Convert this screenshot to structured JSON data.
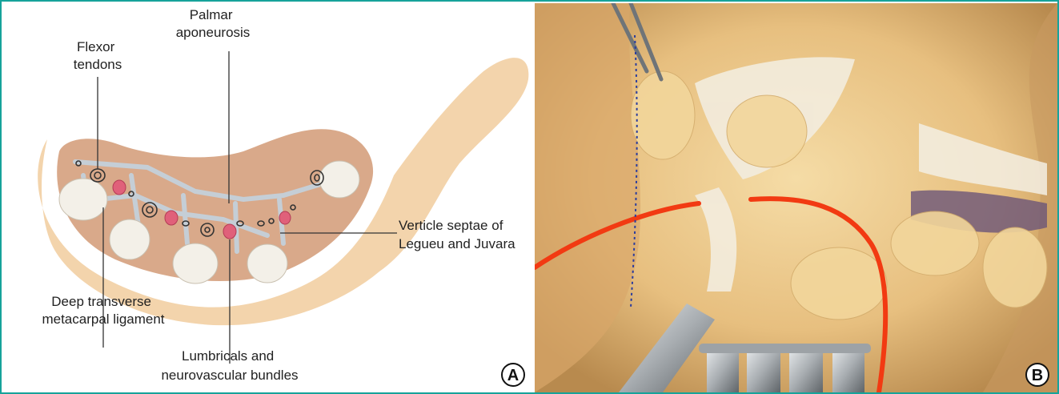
{
  "figure": {
    "border_color": "#16a39a",
    "panel_a": {
      "letter": "A",
      "labels": {
        "palmar_aponeurosis": [
          "Palmar",
          "aponeurosis"
        ],
        "flexor_tendons": [
          "Flexor",
          "tendons"
        ],
        "verticle_septae": [
          "Verticle septae of",
          "Legueu and Juvara"
        ],
        "deep_transverse": [
          "Deep transverse",
          "metacarpal ligament"
        ],
        "lumbricals": [
          "Lumbricals and",
          "neurovascular bundles"
        ]
      },
      "colors": {
        "skin": "#f3d4ac",
        "inner": "#d9a98a",
        "septa": "#c5ced6",
        "bone": "#f3f0e8",
        "lumbrical": "#e0607a"
      }
    },
    "panel_b": {
      "letter": "B",
      "colors": {
        "fat": "#ecc98c",
        "loop": "#f23a12",
        "steel": "#bfc3c6"
      }
    }
  }
}
